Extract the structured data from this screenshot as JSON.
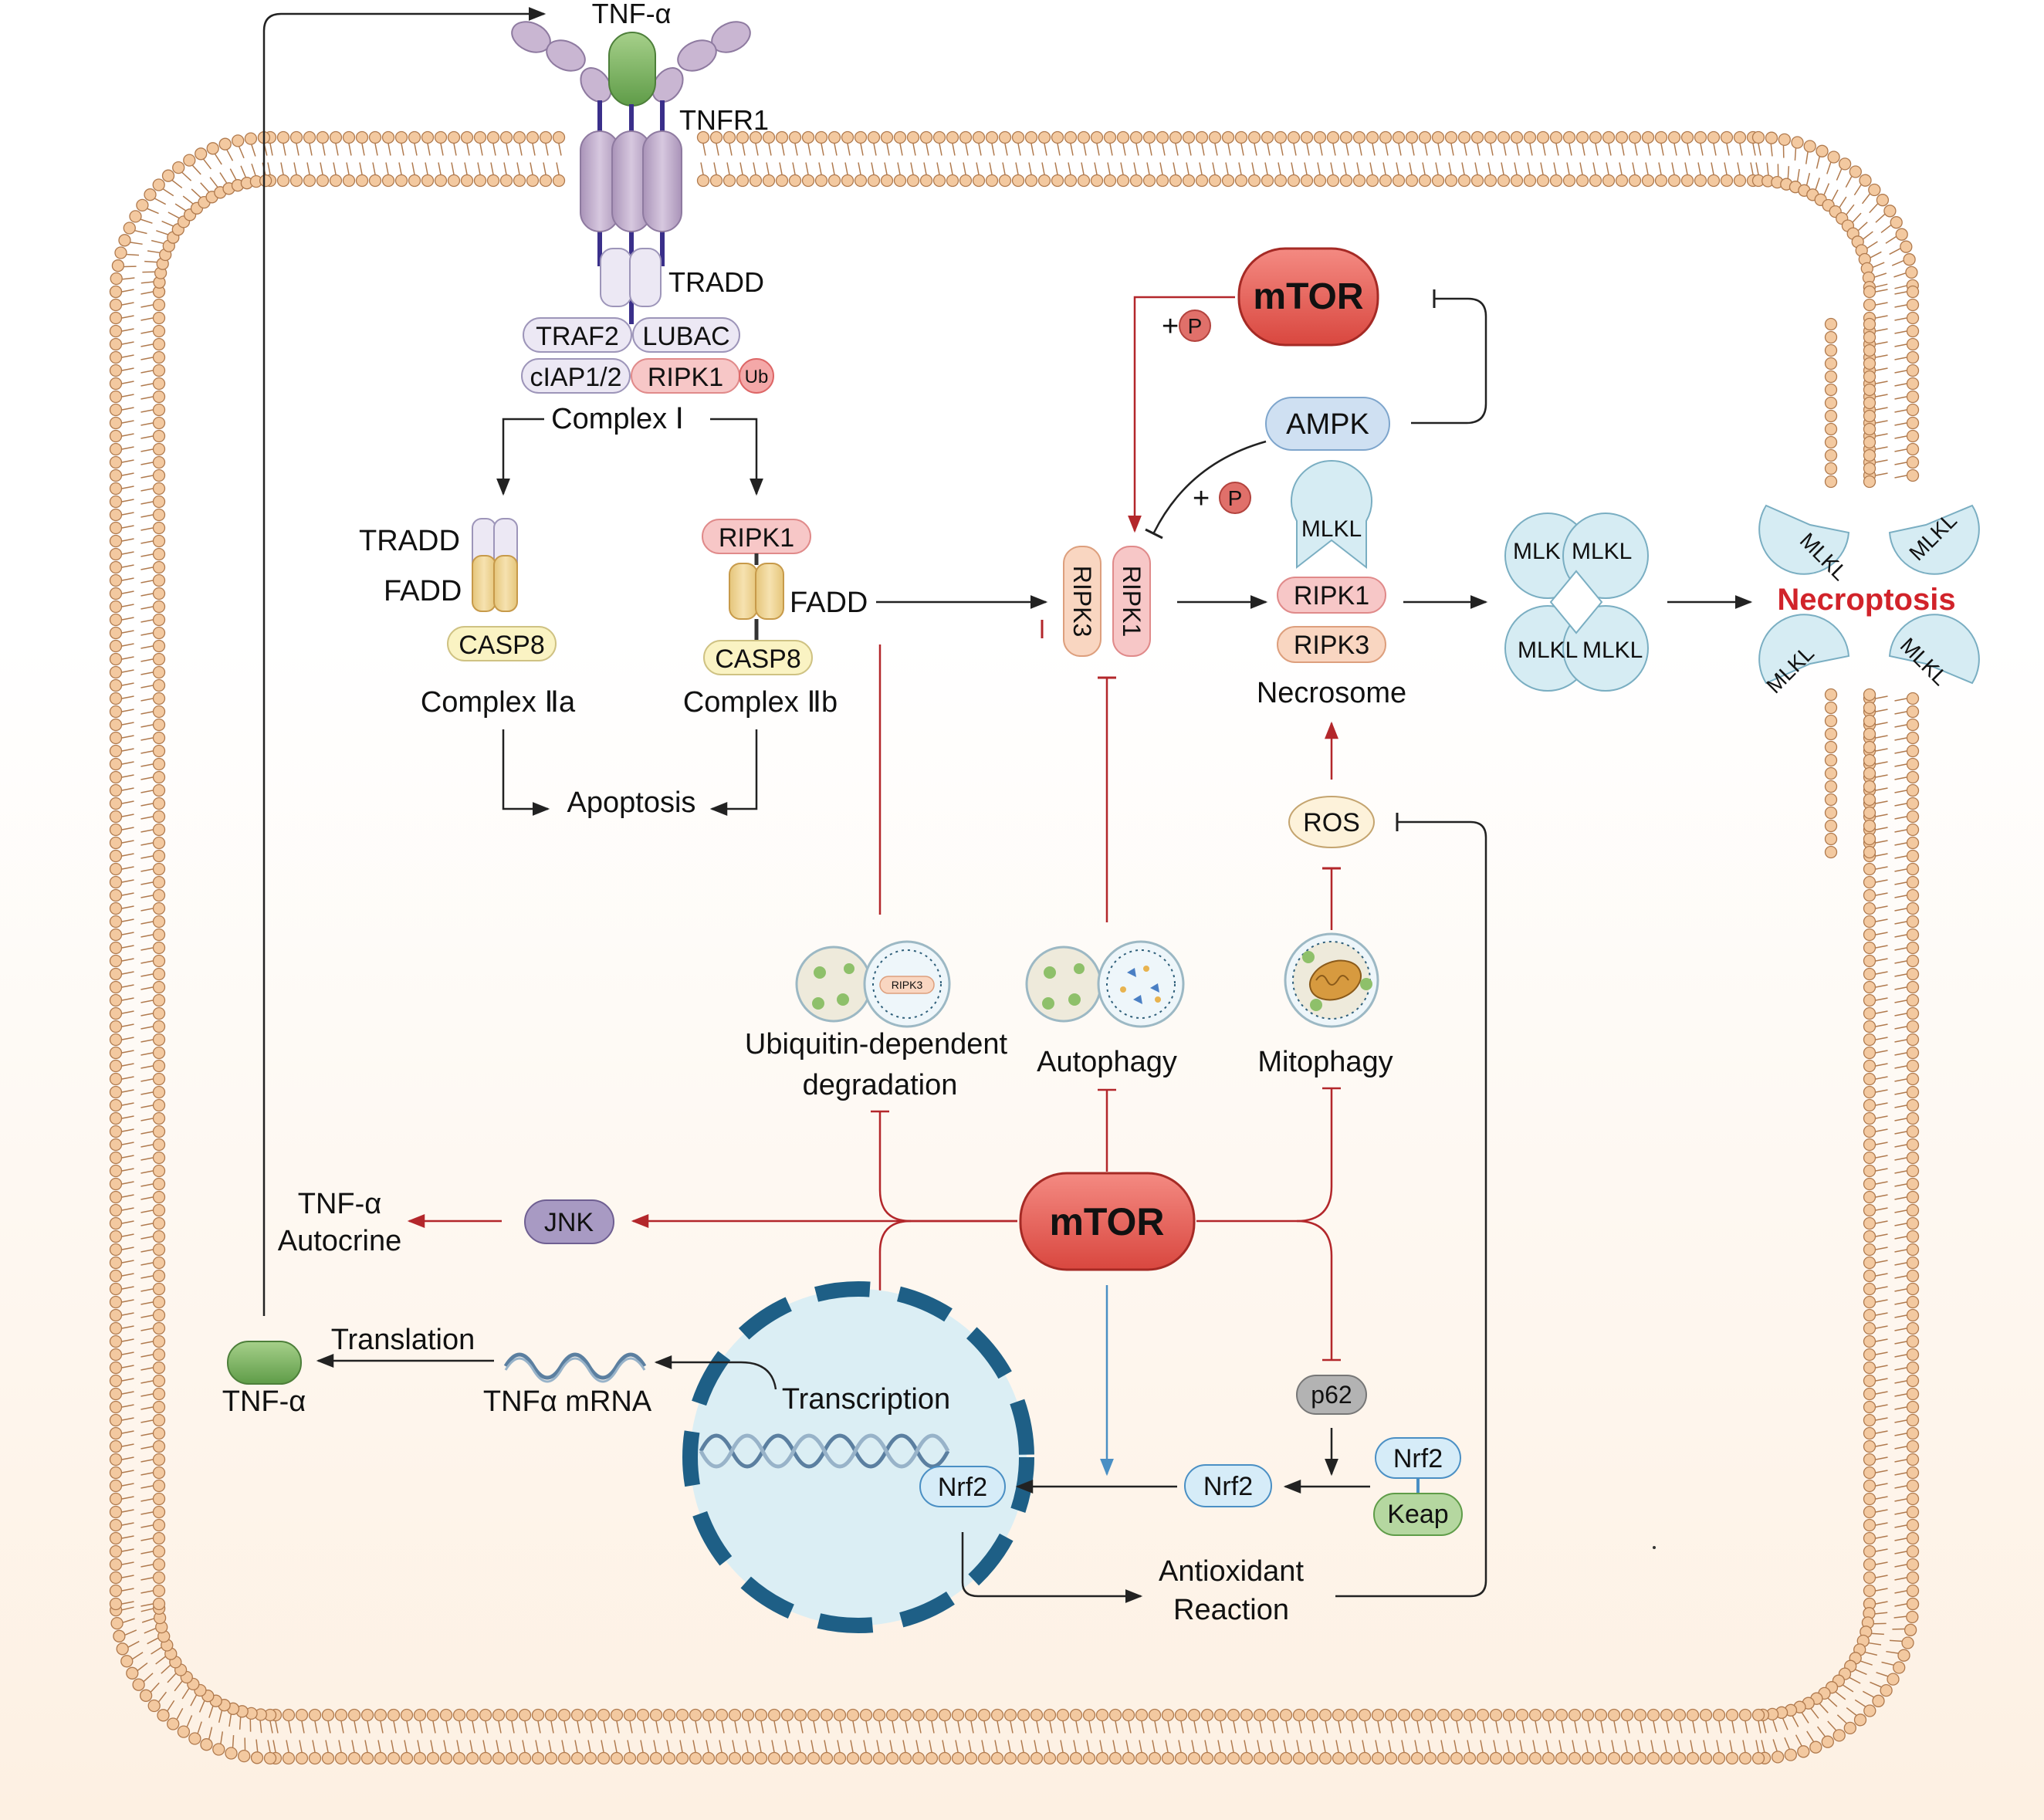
{
  "colors": {
    "bg_top": "#ffffff",
    "bg_bottom": "#fdf0e2",
    "lipid_head": "#f3c9a0",
    "lipid_stroke": "#b07a4e",
    "receptor": "#c9b6d2",
    "mtor_fill": "#e8675f",
    "red_arrow": "#b3272b",
    "blue_arrow": "#4a8fc4",
    "mlkl_fill": "#d6ecf3",
    "necroptosis_text": "#d1232a"
  },
  "receptor": {
    "ligand_top": "TNF-α",
    "receptor": "TNFR1",
    "adaptor": "TRADD",
    "traf2": "TRAF2",
    "lubac": "LUBAC",
    "ciap": "cIAP1/2",
    "ripk1": "RIPK1",
    "ub": "Ub",
    "complex1": "Complex Ⅰ"
  },
  "complex2a": {
    "tradd": "TRADD",
    "fadd": "FADD",
    "casp8": "CASP8",
    "label": "Complex Ⅱa"
  },
  "complex2b": {
    "ripk1": "RIPK1",
    "fadd": "FADD",
    "casp8": "CASP8",
    "label": "Complex Ⅱb"
  },
  "apoptosis": "Apoptosis",
  "mtor_top": "mTOR",
  "phospho": {
    "plus": "+",
    "p": "P"
  },
  "ampk": "AMPK",
  "ripk_pair": {
    "ripk3": "RIPK3",
    "ripk1": "RIPK1"
  },
  "necrosome": {
    "mlkl": "MLKL",
    "ripk1": "RIPK1",
    "ripk3": "RIPK3",
    "label": "Necrosome"
  },
  "oligomer": {
    "tl": "MLK",
    "tr": "MLKL",
    "bl": "MLKL",
    "br": "MLKL"
  },
  "pores": {
    "p1": "MLKL",
    "p2": "MLKL",
    "p3": "MLKL",
    "p4": "MLKL"
  },
  "necroptosis": "Necroptosis",
  "ros": "ROS",
  "degradation": {
    "line1": "Ubiquitin-dependent",
    "line2": "degradation",
    "ripk3": "RIPK3"
  },
  "autophagy": "Autophagy",
  "mitophagy": "Mitophagy",
  "mtor_center": "mTOR",
  "jnk": "JNK",
  "autocrine": {
    "line1": "TNF-α",
    "line2": "Autocrine"
  },
  "translation": "Translation",
  "tnf_bottom": "TNF-α",
  "mrna": "TNFα mRNA",
  "transcription": "Transcription",
  "nrf2_nucleus": "Nrf2",
  "nrf2_cyto": "Nrf2",
  "p62": "p62",
  "nrf2_keap": {
    "nrf2": "Nrf2",
    "keap": "Keap"
  },
  "antioxidant": {
    "line1": "Antioxidant",
    "line2": "Reaction"
  }
}
